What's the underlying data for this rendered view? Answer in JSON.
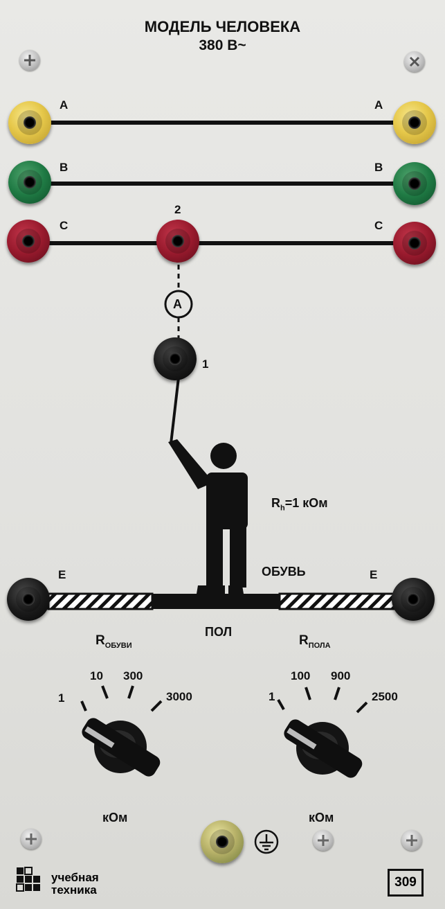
{
  "panel": {
    "title": "МОДЕЛЬ ЧЕЛОВЕКА",
    "voltage": "380 В~"
  },
  "lines": {
    "a_left": "A",
    "a_right": "A",
    "b_left": "B",
    "b_right": "B",
    "c_left": "C",
    "c_right": "C",
    "point2": "2",
    "point1": "1",
    "ammeter": "A"
  },
  "human": {
    "resistance_r": "R",
    "resistance_sub": "h",
    "resistance_value": "=1 кОм",
    "shoes": "ОБУВЬ"
  },
  "floor": {
    "e_left": "E",
    "e_right": "E",
    "label": "ПОЛ"
  },
  "knob_shoes": {
    "label_r": "R",
    "label_sub": "ОБУВИ",
    "ticks": [
      "1",
      "10",
      "300",
      "3000"
    ],
    "unit": "кОм"
  },
  "knob_floor": {
    "label_r": "R",
    "label_sub": "ПОЛА",
    "ticks": [
      "1",
      "100",
      "900",
      "2500"
    ],
    "unit": "кОм"
  },
  "footer": {
    "logo_line1": "учебная",
    "logo_line2": "техника",
    "module_number": "309"
  },
  "colors": {
    "phase_a": "#e6c84a",
    "phase_b": "#1f7a44",
    "phase_c": "#981a2d",
    "neutral": "#1b1b1b"
  }
}
